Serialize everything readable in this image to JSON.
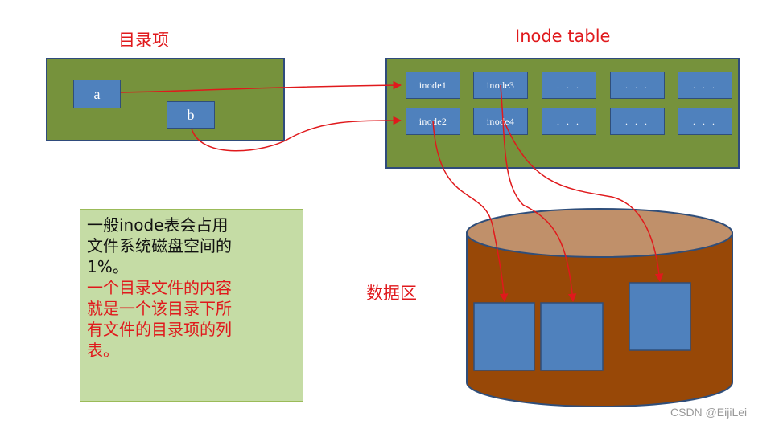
{
  "labels": {
    "directory_title": "目录项",
    "inode_table_title": "Inode table",
    "data_area_title": "数据区"
  },
  "directory_entries": [
    "a",
    "b"
  ],
  "inode_table": {
    "row1": [
      "inode1",
      "inode3",
      ". . .",
      ". . .",
      ". . ."
    ],
    "row2": [
      "inode2",
      "inode4",
      ". . .",
      ". . .",
      ". . ."
    ]
  },
  "note": {
    "black_lines": [
      "一般inode表会占用",
      "文件系统磁盘空间的",
      "1%。"
    ],
    "red_lines": [
      "一个目录文件的内容",
      "就是一个该目录下所",
      "有文件的目录项的列",
      "表。"
    ]
  },
  "watermark": "CSDN @EijiLei",
  "colors": {
    "title_red": "#e0191c",
    "panel_green": "#76923c",
    "cell_blue": "#4f81bd",
    "note_bg": "#c5dca5",
    "cylinder_body": "#984807",
    "cylinder_top": "#c0906a",
    "arrow_red": "#e0191c"
  }
}
